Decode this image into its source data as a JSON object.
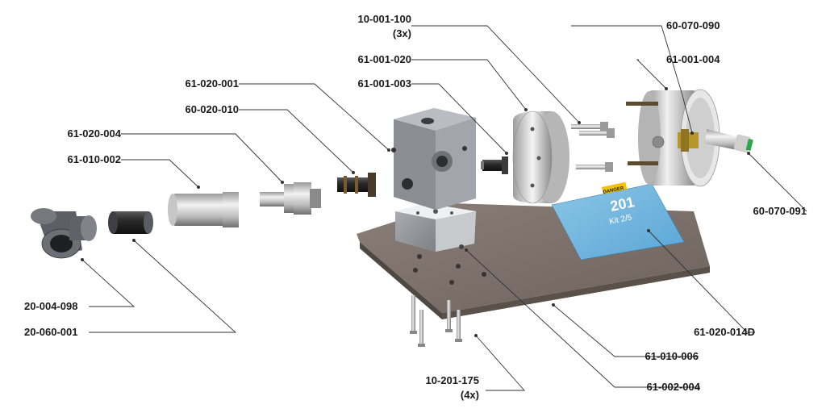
{
  "diagram": {
    "callouts": {
      "p10_001_100": "10-001-100",
      "p10_001_100_qty": "(3x)",
      "p60_070_090": "60-070-090",
      "p61_001_020": "61-001-020",
      "p61_001_004": "61-001-004",
      "p61_020_001": "61-020-001",
      "p61_001_003": "61-001-003",
      "p60_020_010": "60-020-010",
      "p61_020_004": "61-020-004",
      "p61_010_002": "61-010-002",
      "p60_070_091": "60-070-091",
      "p20_004_098": "20-004-098",
      "p20_060_001": "20-060-001",
      "p61_020_014D": "61-020-014D",
      "p61_010_006": "61-010-006",
      "p10_201_175": "10-201-175",
      "p10_201_175_qty": "(4x)",
      "p61_002_004": "61-002-004"
    },
    "card": {
      "badge": "DANGER",
      "big_text": "201",
      "sub_text": "Kit 2/5"
    }
  }
}
